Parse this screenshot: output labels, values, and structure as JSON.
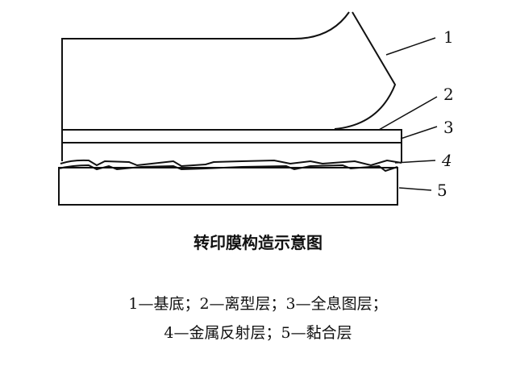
{
  "diagram": {
    "labels": [
      "1",
      "2",
      "3",
      "4",
      "5"
    ],
    "title": "转印膜构造示意图",
    "legend_line1": "1—基底；2—离型层；3—全息图层；",
    "legend_line2": "4—金属反射层；5—黏合层"
  }
}
